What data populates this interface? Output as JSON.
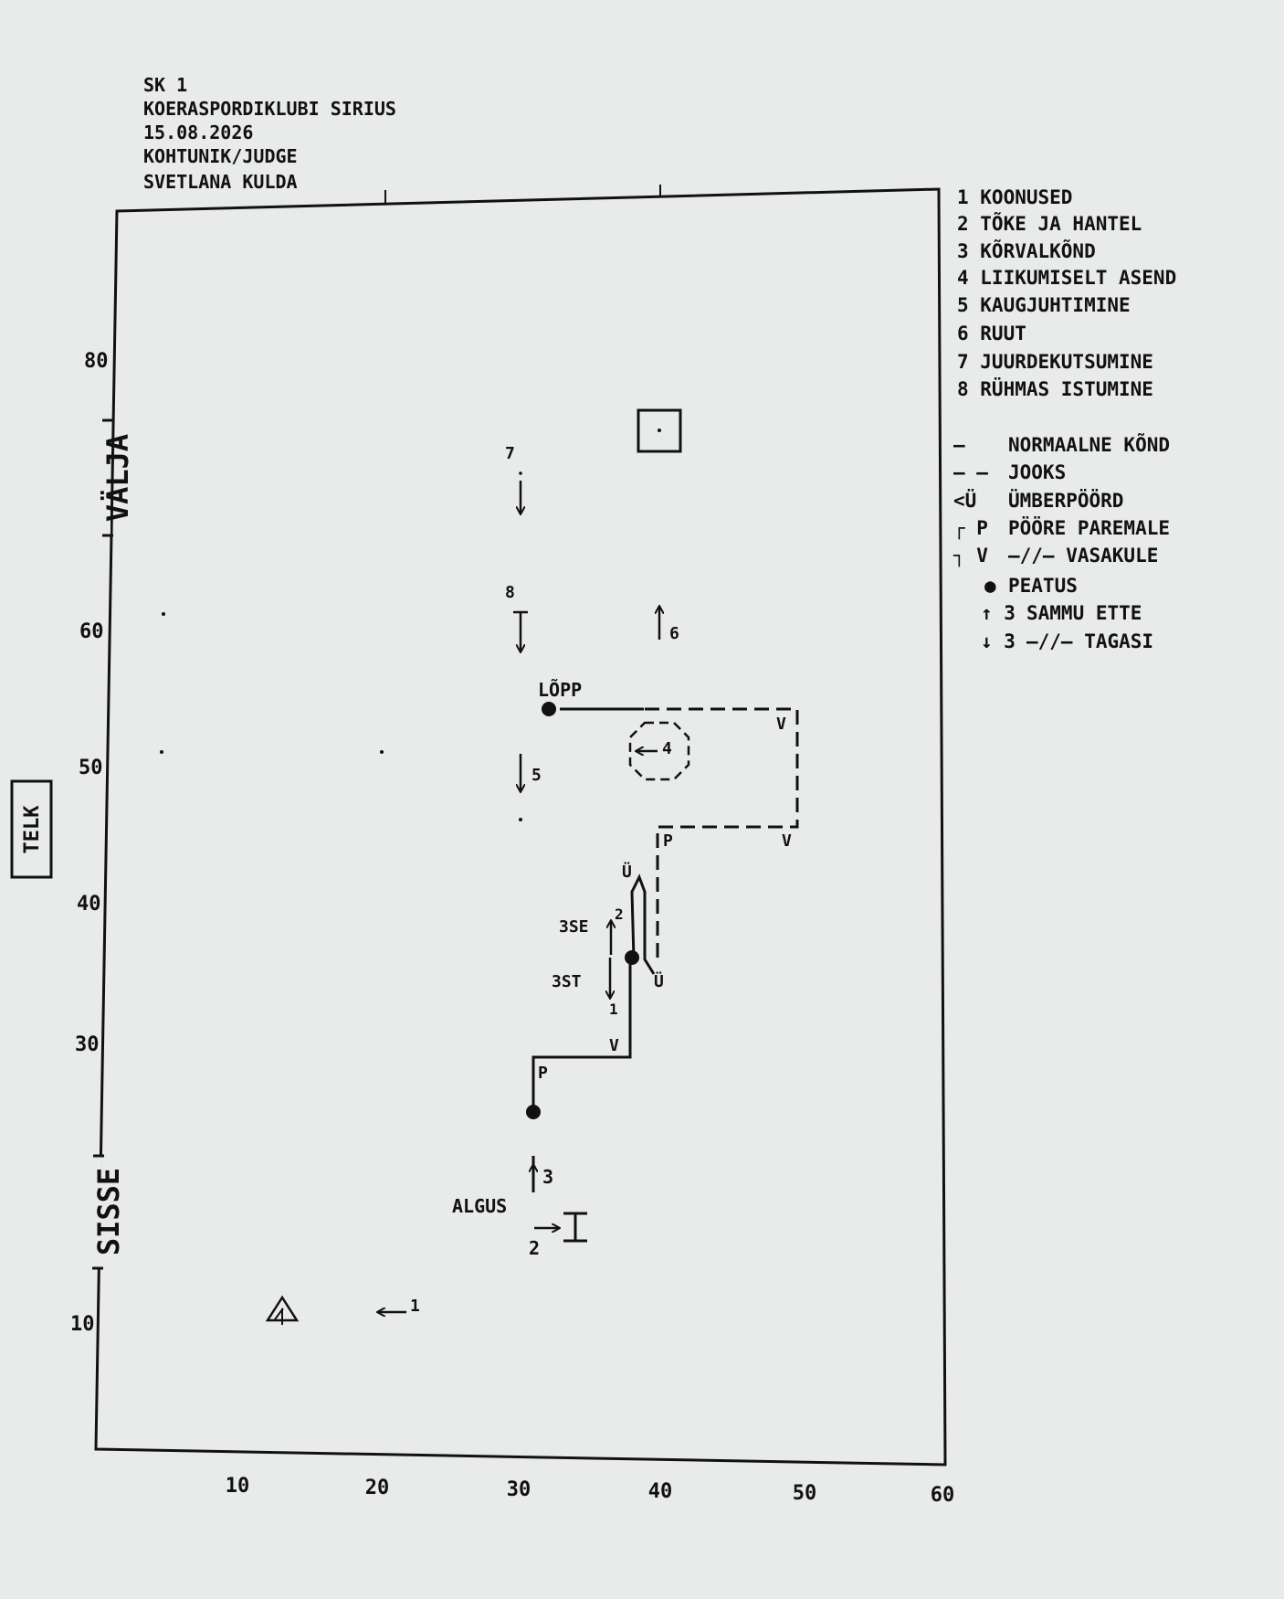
{
  "header": {
    "lines": [
      "SK 1",
      "KOERASPORDIKLUBI SIRIUS",
      "15.08.2026",
      "KOHTUNIK/JUDGE",
      "SVETLANA KULDA"
    ]
  },
  "axes": {
    "x_ticks": [
      "10",
      "20",
      "30",
      "40",
      "50",
      "60"
    ],
    "y_ticks": [
      "80",
      "60",
      "50",
      "40",
      "30",
      "10"
    ]
  },
  "gates": {
    "exit": "VÄLJA",
    "entry": "SISSE"
  },
  "tent": "TELK",
  "legend": {
    "stations": [
      "1 KOONUSED",
      "2 TÕKE JA HANTEL",
      "3 KÕRVALKÕND",
      "4 LIIKUMISELT ASEND",
      "5 KAUGJUHTIMINE",
      "6 RUUT",
      "7 JUURDEKUTSUMINE",
      "8 RÜHMAS ISTUMINE"
    ],
    "symbols": [
      {
        "symbol": "—",
        "label": "NORMAALNE KÕND"
      },
      {
        "symbol": "– –",
        "label": "JOOKS"
      },
      {
        "symbol": "<Ü",
        "label": "ÜMBERPÖÖRD"
      },
      {
        "symbol": "┌ P",
        "label": "PÖÖRE PAREMALE"
      },
      {
        "symbol": "┐ V",
        "label": "—//— VASAKULE"
      },
      {
        "symbol": "●",
        "label": "PEATUS"
      },
      {
        "symbol": "↑ 3",
        "label": "SAMMU ETTE"
      },
      {
        "symbol": "↓ 3",
        "label": "—//— TAGASI"
      }
    ]
  },
  "course_labels": {
    "start": "ALGUS",
    "end": "LÕPP",
    "right_turn": "P",
    "left_turn": "V",
    "about_turn": "Ü",
    "steps_forward": "3SE",
    "steps_back": "3ST",
    "n1": "1",
    "n2": "2",
    "n3": "3",
    "n4": "4",
    "n5": "5",
    "n6": "6",
    "n7": "7",
    "n8": "8"
  },
  "colors": {
    "ink": "#111111",
    "paper": "#e9eaea"
  }
}
